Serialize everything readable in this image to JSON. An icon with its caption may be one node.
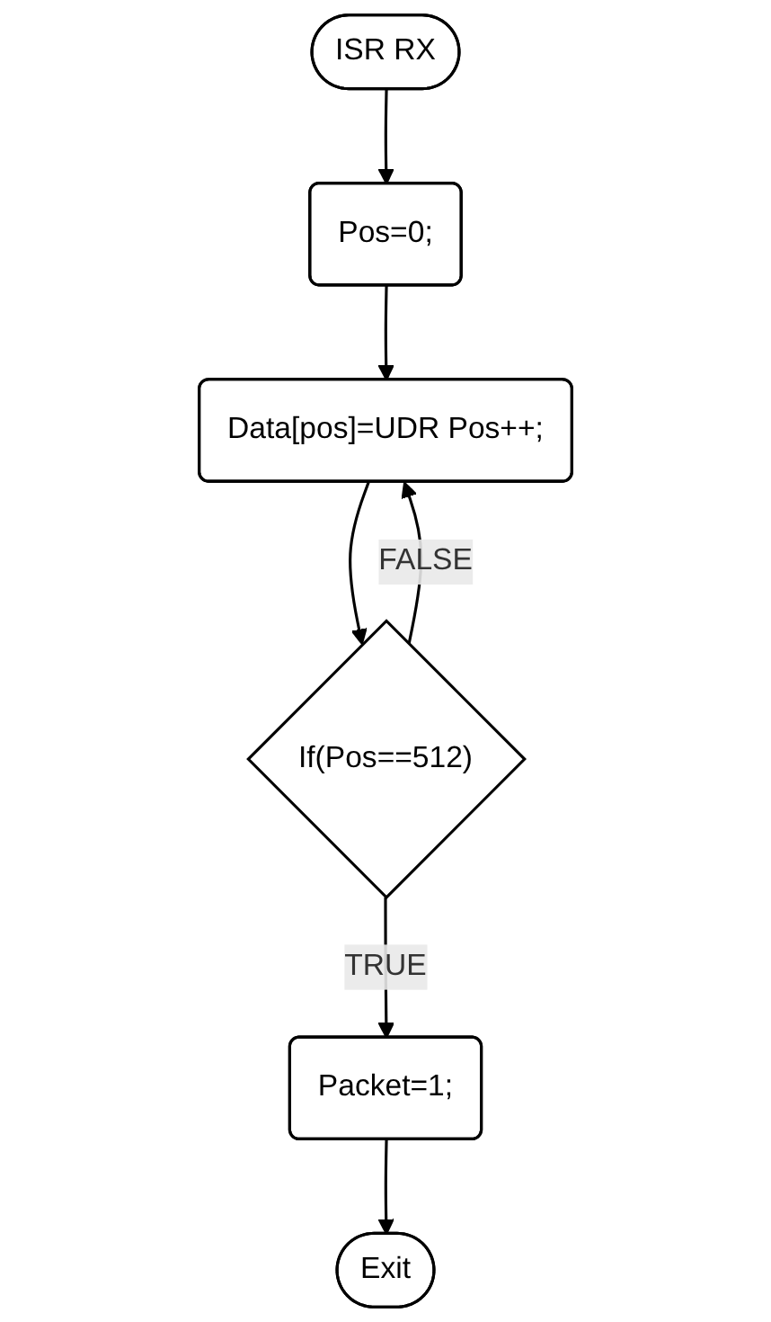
{
  "diagram": {
    "nodes": [
      {
        "text": [
          "ISR RX"
        ]
      },
      {
        "text": [
          "Pos=0;"
        ]
      },
      {
        "text": [
          "Data[pos]=UDR Pos++;"
        ]
      },
      {
        "text": [
          "If(Pos==512)"
        ]
      },
      {
        "text": [
          "Packet=1;"
        ]
      },
      {
        "text": [
          "Exit"
        ]
      }
    ],
    "edges": [
      {
        "from": 0,
        "to": 1,
        "arrow": "to"
      },
      {
        "from": 1,
        "to": 2,
        "arrow": "to"
      },
      {
        "from": 2,
        "to": 3,
        "arrow": "to"
      },
      {
        "from": 3,
        "to": 4,
        "arrow": "to",
        "label": "TRUE"
      },
      {
        "from": 3,
        "to": 2,
        "arrow": "to",
        "label": "FALSE"
      },
      {
        "from": 4,
        "to": 5,
        "arrow": "to"
      }
    ]
  }
}
